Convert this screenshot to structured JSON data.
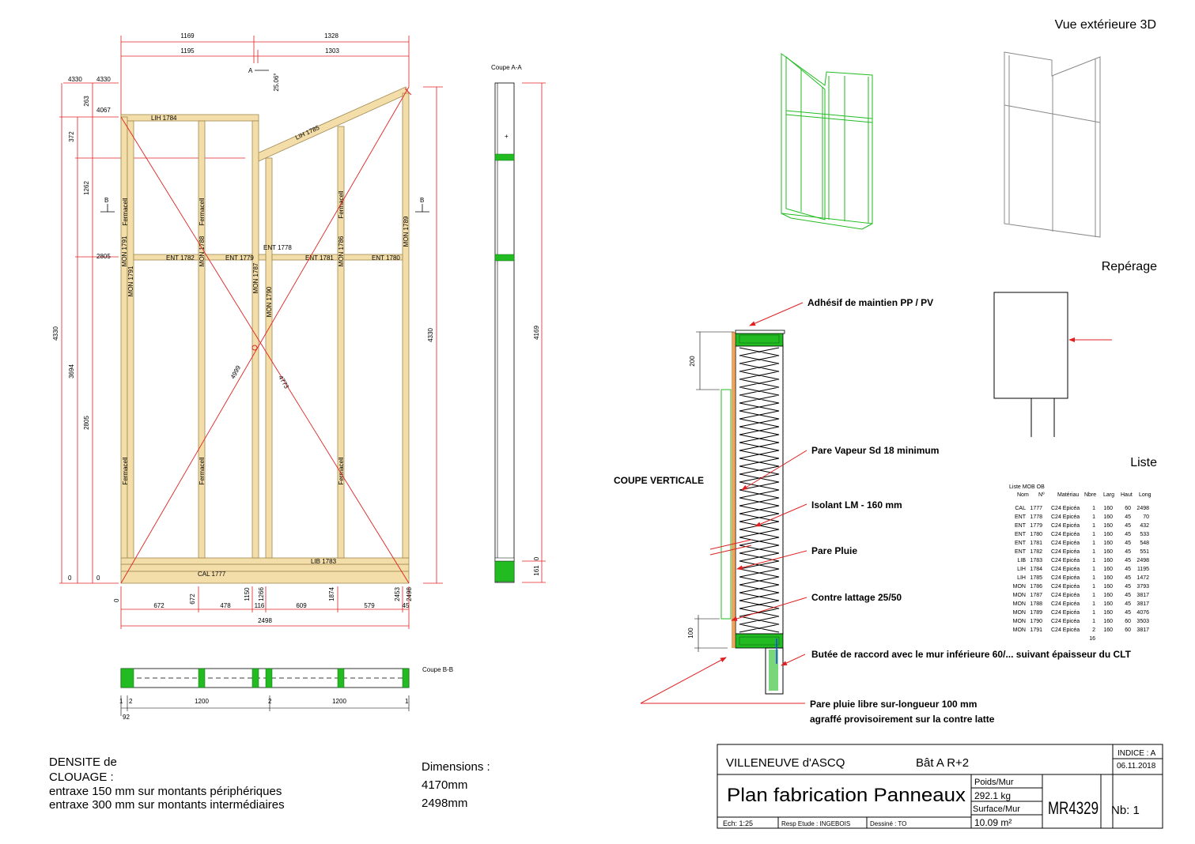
{
  "header": {
    "vue_3d": "Vue extérieure 3D",
    "reperage": "Repérage",
    "liste": "Liste"
  },
  "elevation": {
    "top_dims": [
      "1169",
      "1328",
      "1195",
      "1303"
    ],
    "left_dims": [
      "4330",
      "4330",
      "263",
      "4067",
      "372",
      "1262",
      "2805",
      "4330",
      "3694",
      "2805",
      "0",
      "0"
    ],
    "right_dim": "4330",
    "angle_label": "A",
    "angle_value": "25.06°",
    "section_b": "B",
    "bottom_dims": [
      "0",
      "672",
      "672",
      "478",
      "1150",
      "1266",
      "116",
      "609",
      "1874",
      "579",
      "2453",
      "2498",
      "45"
    ],
    "overall_width": "2498",
    "diag1": "4999",
    "diag2": "4773",
    "members": {
      "lih1": "LIH 1784",
      "lih2": "LIH 1785",
      "ent1": "ENT 1782",
      "ent2": "ENT 1779",
      "ent3": "ENT 1778",
      "ent4": "ENT 1781",
      "ent5": "ENT 1780",
      "mon1": "MON 1791",
      "mon1b": "MON 1791",
      "mon2": "MON 1788",
      "mon3": "MON 1787",
      "mon4": "MON 1790",
      "mon5": "MON 1786",
      "mon6": "MON 1789",
      "cal": "CAL 1777",
      "lib": "LIB 1783",
      "fermacell": "Fermacell"
    }
  },
  "coupe_aa": {
    "title": "Coupe A-A",
    "dim_total": "4169",
    "dim_low": "161",
    "dim_zero": "0"
  },
  "coupe_bb": {
    "title": "Coupe B-B",
    "dims": [
      "1",
      "2",
      "1200",
      "2",
      "1200",
      "1",
      "92"
    ]
  },
  "coupe_verticale": {
    "title": "COUPE VERTICALE",
    "dim_200": "200",
    "dim_100": "100",
    "notes": [
      "Adhésif de maintien PP / PV",
      "Pare Vapeur Sd 18 minimum",
      "Isolant LM - 160 mm",
      "Pare Pluie",
      "Contre lattage 25/50",
      "Butée de raccord avec le mur inférieure 60/... suivant épaisseur du CLT",
      "Pare pluie libre sur-longueur 100 mm",
      "agraffé provisoirement sur la contre latte"
    ]
  },
  "liste": {
    "title": "Liste MOB OB",
    "columns": [
      "Nom",
      "Nº",
      "Matériau",
      "Nbre",
      "Larg",
      "Haut",
      "Long"
    ],
    "rows": [
      [
        "CAL",
        "1777",
        "C24 Epicéa",
        "1",
        "160",
        "60",
        "2498"
      ],
      [
        "ENT",
        "1778",
        "C24 Epicéa",
        "1",
        "160",
        "45",
        "70"
      ],
      [
        "ENT",
        "1779",
        "C24 Epicéa",
        "1",
        "160",
        "45",
        "432"
      ],
      [
        "ENT",
        "1780",
        "C24 Epicéa",
        "1",
        "160",
        "45",
        "533"
      ],
      [
        "ENT",
        "1781",
        "C24 Epicéa",
        "1",
        "160",
        "45",
        "548"
      ],
      [
        "ENT",
        "1782",
        "C24 Epicéa",
        "1",
        "160",
        "45",
        "551"
      ],
      [
        "LIB",
        "1783",
        "C24 Epicéa",
        "1",
        "160",
        "45",
        "2498"
      ],
      [
        "LIH",
        "1784",
        "C24 Epicéa",
        "1",
        "160",
        "45",
        "1195"
      ],
      [
        "LIH",
        "1785",
        "C24 Epicéa",
        "1",
        "160",
        "45",
        "1472"
      ],
      [
        "MON",
        "1786",
        "C24 Epicéa",
        "1",
        "160",
        "45",
        "3793"
      ],
      [
        "MON",
        "1787",
        "C24 Epicéa",
        "1",
        "160",
        "45",
        "3817"
      ],
      [
        "MON",
        "1788",
        "C24 Epicéa",
        "1",
        "160",
        "45",
        "3817"
      ],
      [
        "MON",
        "1789",
        "C24 Epicéa",
        "1",
        "160",
        "45",
        "4076"
      ],
      [
        "MON",
        "1790",
        "C24 Epicéa",
        "1",
        "160",
        "60",
        "3503"
      ],
      [
        "MON",
        "1791",
        "C24 Epicéa",
        "2",
        "160",
        "60",
        "3817"
      ]
    ],
    "total": "16"
  },
  "densite": {
    "line1": "DENSITE de",
    "line2": "CLOUAGE :",
    "line3": "entraxe 150 mm sur montants périphériques",
    "line4": "entraxe 300 mm sur montants intermédiaires"
  },
  "dimensions": {
    "label": "Dimensions :",
    "height": "4170mm",
    "width": "2498mm"
  },
  "cartouche": {
    "indice": "INDICE : A",
    "date": "06.11.2018",
    "city": "VILLENEUVE d'ASCQ",
    "bat": "Bât A R+2",
    "title": "Plan fabrication Panneaux",
    "poids_label": "Poids/Mur",
    "poids": "292.1 kg",
    "surface_label": "Surface/Mur",
    "surface": "10.09 m²",
    "ref": "MR4329",
    "nb": "Nb: 1",
    "echelle": "Ech: 1:25",
    "resp": "Resp Etude : INGEBOIS",
    "dessine": "Dessiné : TO"
  },
  "colors": {
    "wood": "#f3deaa",
    "wood_edge": "#a08850",
    "red": "#e02020",
    "green": "#22bb22",
    "orange": "#e08020"
  }
}
